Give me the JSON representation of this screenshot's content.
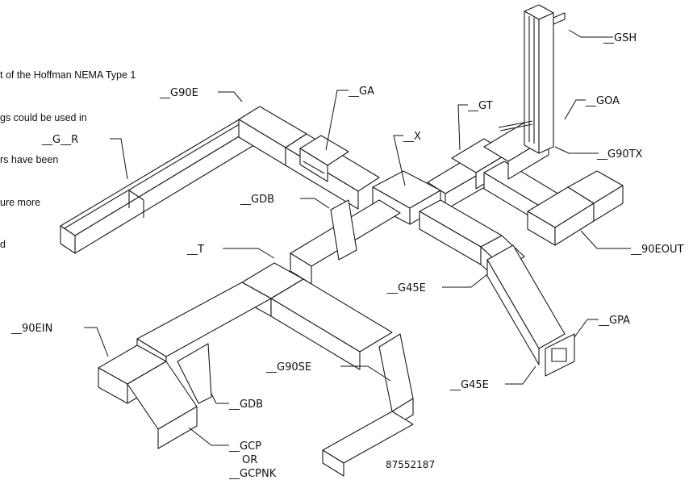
{
  "intro_lines": [
    "t of the Hoffman NEMA Type 1",
    "gs could be used in",
    "rs have been",
    "ure more",
    "d"
  ],
  "callouts": {
    "gsh": "__GSH",
    "goa": "__GOA",
    "g90tx": "__G90TX",
    "gt": "__GT",
    "x": "__X",
    "ga": "__GA",
    "g90e": "__G90E",
    "g_r": "__G__R",
    "gdb_top": "__GDB",
    "t": "__T",
    "ninety_eout": "__90EOUT",
    "g45e_upper": "__G45E",
    "gpa": "__GPA",
    "g45e_lower": "__G45E",
    "ninety_ein": "__90EIN",
    "g90se": "__G90SE",
    "gdb_bottom": "__GDB",
    "gcp": "__GCP",
    "or": "OR",
    "gcpnk": "__GCPNK"
  },
  "part_number": "87552187"
}
